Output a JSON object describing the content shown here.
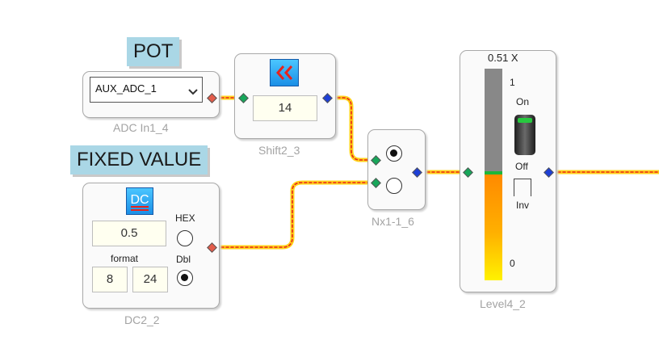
{
  "tags": {
    "pot": "POT",
    "fixed_value": "FIXED VALUE"
  },
  "adc": {
    "select_value": "AUX_ADC_1",
    "caption": "ADC In1_4"
  },
  "shift": {
    "value": "14",
    "caption": "Shift2_3",
    "icon": "shift-left-icon"
  },
  "mux": {
    "caption": "Nx1-1_6",
    "selected_input": 1
  },
  "dc": {
    "value": "0.5",
    "format_label": "format",
    "format_int": "8",
    "format_frac": "24",
    "hex_label": "HEX",
    "dbl_label": "Dbl",
    "selected_mode": "Dbl",
    "caption": "DC2_2",
    "icon": "dc-icon"
  },
  "level": {
    "readout": "0.51 X",
    "scale_max": "1",
    "scale_min": "0",
    "on_label": "On",
    "off_label": "Off",
    "inv_label": "Inv",
    "level_fraction": 0.51,
    "caption": "Level4_2"
  },
  "colors": {
    "wire": "#ffd21a",
    "wire_dash": "#e8231c",
    "pin_green": "#17a75a",
    "pin_blue": "#1d3fd6",
    "tag_bg": "#aad7e6"
  }
}
